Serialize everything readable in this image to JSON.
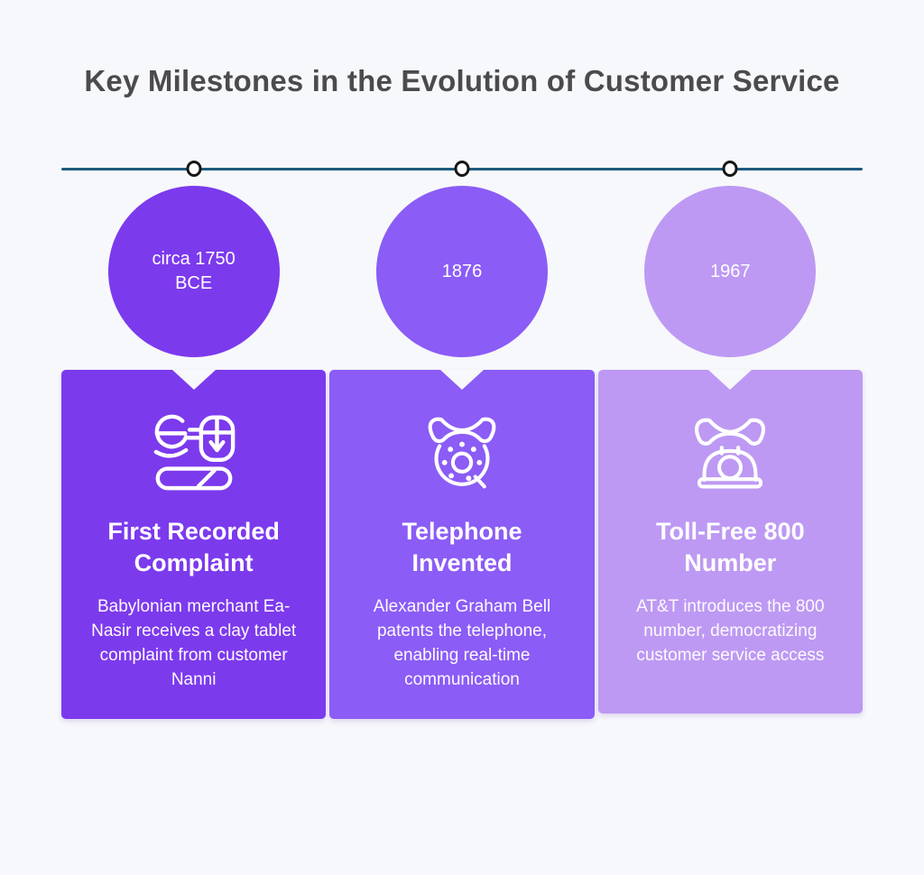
{
  "page": {
    "title": "Key Milestones in the Evolution of Customer Service",
    "background": "#f7f8fb"
  },
  "timeline": {
    "line_color": "#1e5a7e",
    "node_fill": "#ffffff",
    "node_border": "#161616"
  },
  "milestones": [
    {
      "date": "circa 1750 BCE",
      "title": "First Recorded Complaint",
      "description": "Babylonian merchant Ea-Nasir receives a clay tablet complaint from customer Nanni",
      "icon": "clay-tablet-complaint-icon",
      "color": "#7c3aed"
    },
    {
      "date": "1876",
      "title": "Telephone Invented",
      "description": "Alexander Graham Bell patents the telephone, enabling real-time communication",
      "icon": "rotary-phone-icon",
      "color": "#8b5cf6"
    },
    {
      "date": "1967",
      "title": "Toll-Free 800 Number",
      "description": "AT&T introduces the 800 number, democratizing customer service access",
      "icon": "desk-phone-icon",
      "color": "#bd99f3"
    }
  ]
}
